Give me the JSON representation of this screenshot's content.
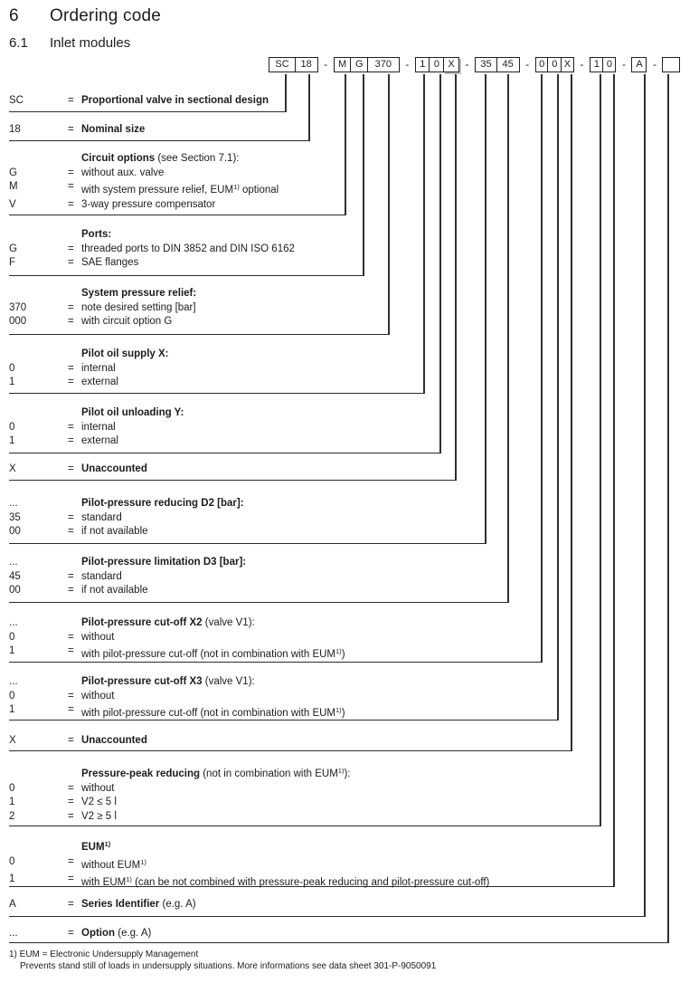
{
  "page": {
    "section_number": "6",
    "section_title": "Ordering code",
    "subsection_number": "6.1",
    "subsection_title": "Inlet modules"
  },
  "code": {
    "separator": "-",
    "boxes": [
      "SC",
      "18",
      "M",
      "G",
      "370",
      "1",
      "0",
      "X",
      "35",
      "45",
      "0",
      "0",
      "X",
      "1",
      "0",
      "A",
      ""
    ]
  },
  "sections": [
    {
      "rows": [
        {
          "code": "SC",
          "eq": "=",
          "b": "Proportional valve in sectional design"
        }
      ]
    },
    {
      "rows": [
        {
          "code": "18",
          "eq": "=",
          "b": "Nominal size"
        }
      ]
    },
    {
      "rows": [
        {
          "code": "",
          "eq": "",
          "b": "Circuit options",
          "r": " (see Section 7.1):"
        },
        {
          "code": "G",
          "eq": "=",
          "r": "without aux. valve"
        },
        {
          "code": "M",
          "eq": "=",
          "r": "with system pressure relief, EUM",
          "sup": "1)",
          "r2": " optional"
        },
        {
          "code": "V",
          "eq": "=",
          "r": "3-way pressure compensator"
        }
      ]
    },
    {
      "rows": [
        {
          "code": "",
          "eq": "",
          "b": "Ports:"
        },
        {
          "code": "G",
          "eq": "=",
          "r": "threaded ports to DIN 3852 and DIN ISO 6162"
        },
        {
          "code": "F",
          "eq": "=",
          "r": "SAE flanges"
        }
      ]
    },
    {
      "rows": [
        {
          "code": "",
          "eq": "",
          "b": "System pressure relief:"
        },
        {
          "code": "370",
          "eq": "=",
          "r": "note desired setting [bar]"
        },
        {
          "code": "000",
          "eq": "=",
          "r": "with circuit option G"
        }
      ]
    },
    {
      "rows": [
        {
          "code": "",
          "eq": "",
          "b": "Pilot oil supply X:"
        },
        {
          "code": "0",
          "eq": "=",
          "r": "internal"
        },
        {
          "code": "1",
          "eq": "=",
          "r": "external"
        }
      ]
    },
    {
      "rows": [
        {
          "code": "",
          "eq": "",
          "b": "Pilot oil unloading Y:"
        },
        {
          "code": "0",
          "eq": "=",
          "r": "internal"
        },
        {
          "code": "1",
          "eq": "=",
          "r": "external"
        }
      ]
    },
    {
      "rows": [
        {
          "code": "X",
          "eq": "=",
          "b": "Unaccounted"
        }
      ]
    },
    {
      "rows": [
        {
          "code": "...",
          "eq": "",
          "b": "Pilot-pressure reducing D2 [bar]:"
        },
        {
          "code": "35",
          "eq": "=",
          "r": "standard"
        },
        {
          "code": "00",
          "eq": "=",
          "r": "if not available"
        }
      ]
    },
    {
      "rows": [
        {
          "code": "...",
          "eq": "",
          "b": "Pilot-pressure limitation D3 [bar]:"
        },
        {
          "code": "45",
          "eq": "=",
          "r": "standard"
        },
        {
          "code": "00",
          "eq": "=",
          "r": "if not available"
        }
      ]
    },
    {
      "rows": [
        {
          "code": "...",
          "eq": "",
          "b": "Pilot-pressure cut-off X2",
          "r": " (valve V1):"
        },
        {
          "code": "0",
          "eq": "=",
          "r": "without"
        },
        {
          "code": "1",
          "eq": "=",
          "r": "with pilot-pressure cut-off (not in combination with EUM",
          "sup": "1)",
          "r2": ")"
        }
      ]
    },
    {
      "rows": [
        {
          "code": "...",
          "eq": "",
          "b": "Pilot-pressure cut-off X3",
          "r": " (valve V1):"
        },
        {
          "code": "0",
          "eq": "=",
          "r": "without"
        },
        {
          "code": "1",
          "eq": "=",
          "r": "with pilot-pressure cut-off (not in combination with EUM",
          "sup": "1)",
          "r2": ")"
        }
      ]
    },
    {
      "rows": [
        {
          "code": "X",
          "eq": "=",
          "b": "Unaccounted"
        }
      ]
    },
    {
      "rows": [
        {
          "code": "",
          "eq": "",
          "b": "Pressure-peak reducing",
          "r": " (not in combination with EUM",
          "sup": "1)",
          "r2": "):"
        },
        {
          "code": "0",
          "eq": "=",
          "r": "without"
        },
        {
          "code": "1",
          "eq": "=",
          "r": "V2 ≤ 5 l"
        },
        {
          "code": "2",
          "eq": "=",
          "r": "V2 ≥ 5 l"
        }
      ]
    },
    {
      "rows": [
        {
          "code": "",
          "eq": "",
          "b": "EUM",
          "bsup": "1)"
        },
        {
          "code": "0",
          "eq": "=",
          "r": "without EUM",
          "sup": "1)"
        },
        {
          "code": "1",
          "eq": "=",
          "r": "with EUM",
          "sup": "1)",
          "r2": " (can be not combined with pressure-peak reducing and pilot-pressure cut-off)"
        }
      ]
    },
    {
      "rows": [
        {
          "code": "A",
          "eq": "=",
          "b": "Series Identifier",
          "r": " (e.g. A)"
        }
      ]
    },
    {
      "rows": [
        {
          "code": "...",
          "eq": "=",
          "b": "Option",
          "r": " (e.g. A)"
        }
      ]
    }
  ],
  "footnote": {
    "line1": "1) EUM = Electronic Undersupply Management",
    "line2": "Prevents stand still of loads in undersupply situations. More informations see data sheet 301-P-9050091"
  }
}
